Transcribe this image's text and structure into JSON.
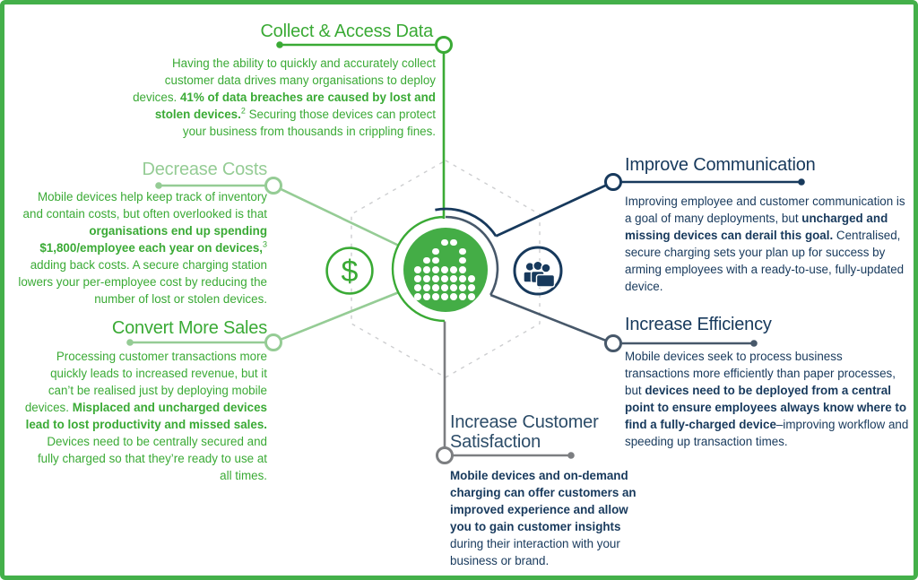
{
  "colors": {
    "brand_green": "#3aaa35",
    "light_green": "#95cc95",
    "navy": "#17395c",
    "slate": "#47586a",
    "gray": "#7c7e81",
    "border_green": "#44b04a",
    "hexagon_dash": "#cdced0",
    "center_circle_fill": "#44ad46"
  },
  "center_icon": {
    "name": "charging-station-dot-matrix",
    "matrix": [
      "0001100",
      "0010010",
      "0110010",
      "1111110",
      "1111111",
      "1111111",
      "1111111"
    ]
  },
  "side_icons": {
    "dollar": {
      "name": "dollar-icon",
      "glyph": "$"
    },
    "people": {
      "name": "people-icon"
    }
  },
  "sections": {
    "collect": {
      "title": "Collect & Access Data",
      "body": [
        {
          "t": "Having the ability to quickly and accurately collect customer data drives many organisations to deploy devices. "
        },
        {
          "t": "41% of data breaches are caused by lost and stolen devices.",
          "b": true
        },
        {
          "t": "2",
          "sup": true
        },
        {
          "t": " Securing those devices can protect your business from thousands in crippling fines."
        }
      ]
    },
    "decrease": {
      "title": "Decrease Costs",
      "body": [
        {
          "t": "Mobile devices help keep track of inventory and contain costs, but often overlooked is that "
        },
        {
          "t": "organisations end up spending $1,800/employee each year on devices,",
          "b": true
        },
        {
          "t": "3",
          "sup": true
        },
        {
          "t": " adding back costs. A secure charging station lowers your per-employee cost by reducing the number of lost or stolen devices."
        }
      ]
    },
    "convert": {
      "title": "Convert More Sales",
      "body": [
        {
          "t": "Processing customer transactions more quickly leads to increased revenue, but it can’t be realised just by deploying mobile devices. "
        },
        {
          "t": "Misplaced and uncharged devices lead to lost productivity and missed sales.",
          "b": true
        },
        {
          "t": " Devices need to be centrally secured and fully charged so that they’re ready to use at all times."
        }
      ]
    },
    "improve": {
      "title": "Improve Communication",
      "body": [
        {
          "t": "Improving employee and customer communication is a goal of many deployments, but "
        },
        {
          "t": "uncharged and missing devices can derail this goal.",
          "b": true
        },
        {
          "t": " Centralised, secure charging sets your plan up for success by arming employees with a ready-to-use, fully-updated device."
        }
      ]
    },
    "efficiency": {
      "title": "Increase Efficiency",
      "body": [
        {
          "t": "Mobile devices seek to process business transactions more efficiently than paper processes, but "
        },
        {
          "t": "devices need to be deployed from a central point to ensure employees always know where to find a fully-charged device",
          "b": true
        },
        {
          "t": "–improving workflow and speeding up transaction times."
        }
      ]
    },
    "satisfaction": {
      "title": "Increase Customer Satisfaction",
      "body": [
        {
          "t": "Mobile devices and on-demand charging can offer customers an improved experience and allow you to gain customer insights",
          "b": true
        },
        {
          "t": " during their interaction with your business or brand."
        }
      ]
    }
  }
}
